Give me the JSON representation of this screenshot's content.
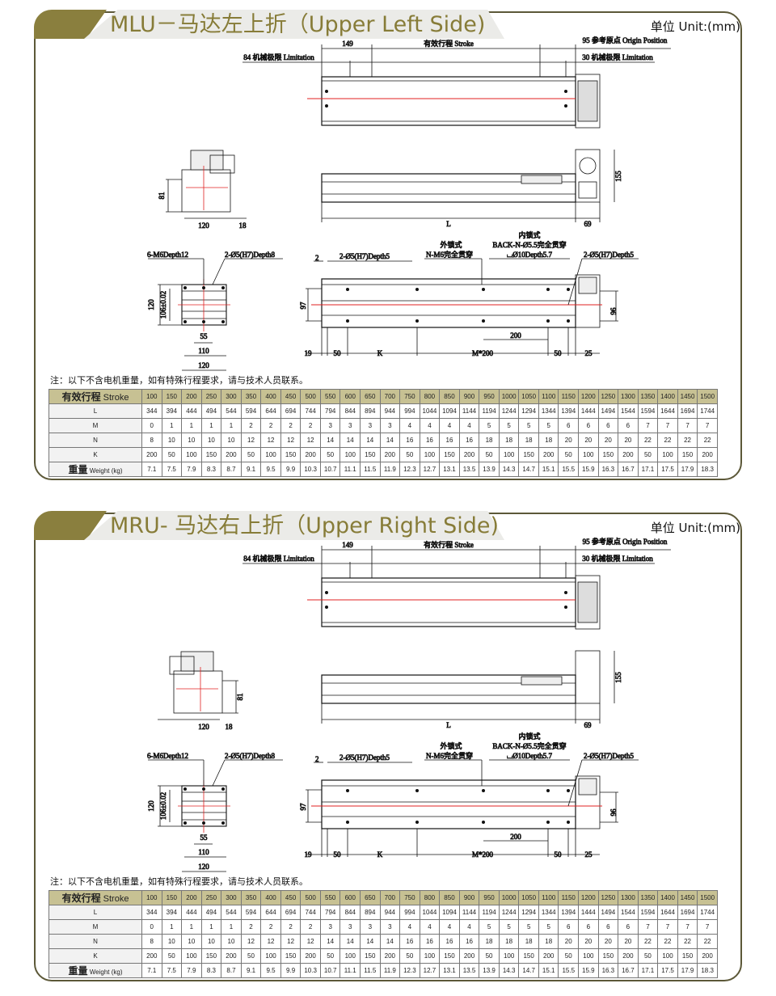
{
  "sections": [
    {
      "title": "MLU－马达左上折（Upper Left Side)",
      "unit": "单位 Unit:(mm)",
      "side": "left",
      "labels": {
        "d149": "149",
        "stroke": "有效行程 Stroke",
        "origin": "95 参考原点 Origin Position",
        "lim84": "84 机械极限 Limitation",
        "lim30": "30 机械极限 Limitation",
        "d81": "81",
        "d120a": "120",
        "d18": "18",
        "dL": "L",
        "d69": "69",
        "d155": "155",
        "m6": "6-M6Depth12",
        "o5h8": "2-Ø5(H7)Depth8",
        "d120v": "120",
        "d106": "106±0.02",
        "d55": "55",
        "d110": "110",
        "d120b": "120",
        "d2": "2",
        "o5h5a": "2-Ø5(H7)Depth5",
        "outer": "外锁式",
        "outerSpec": "N-M6完全贯穿",
        "inner": "内锁式",
        "innerSpec1": "BACK-N-Ø5.5完全贯穿",
        "innerSpec2": "⌴Ø10Depth5.7",
        "o5h5b": "2-Ø5(H7)Depth5",
        "d97": "97",
        "d96": "96",
        "d200": "200",
        "d19": "19",
        "d50a": "50",
        "dK": "K",
        "dM200": "M*200",
        "d50b": "50",
        "d25": "25"
      },
      "note": "注：以下不含电机重量，如有特殊行程要求，请与技术人员联系。"
    },
    {
      "title": "MRU- 马达右上折（Upper Right Side)",
      "unit": "单位 Unit:(mm)",
      "side": "right",
      "labels": {
        "d149": "149",
        "stroke": "有效行程 Stroke",
        "origin": "95 参考原点 Origin Position",
        "lim84": "84 机械极限 Limitation",
        "lim30": "30 机械极限 Limitation",
        "d81": "81",
        "d120a": "120",
        "d18": "18",
        "dL": "L",
        "d69": "69",
        "d155": "155",
        "m6": "6-M6Depth12",
        "o5h8": "2-Ø5(H7)Depth8",
        "d120v": "120",
        "d106": "106±0.02",
        "d55": "55",
        "d110": "110",
        "d120b": "120",
        "d2": "2",
        "o5h5a": "2-Ø5(H7)Depth5",
        "outer": "外锁式",
        "outerSpec": "N-M6完全贯穿",
        "inner": "内锁式",
        "innerSpec1": "BACK-N-Ø5.5完全贯穿",
        "innerSpec2": "⌴Ø10Depth5.7",
        "o5h5b": "2-Ø5(H7)Depth5",
        "d97": "97",
        "d96": "96",
        "d200": "200",
        "d19": "19",
        "d50a": "50",
        "dK": "K",
        "dM200": "M*200",
        "d50b": "50",
        "d25": "25"
      },
      "note": "注：以下不含电机重量，如有特殊行程要求，请与技术人员联系。"
    }
  ],
  "table": {
    "header_cn": "有效行程",
    "header_en": "Stroke",
    "stroke": [
      "100",
      "150",
      "200",
      "250",
      "300",
      "350",
      "400",
      "450",
      "500",
      "550",
      "600",
      "650",
      "700",
      "750",
      "800",
      "850",
      "900",
      "950",
      "1000",
      "1050",
      "1100",
      "1150",
      "1200",
      "1250",
      "1300",
      "1350",
      "1400",
      "1450",
      "1500"
    ],
    "rows": [
      {
        "label": "L",
        "values": [
          "344",
          "394",
          "444",
          "494",
          "544",
          "594",
          "644",
          "694",
          "744",
          "794",
          "844",
          "894",
          "944",
          "994",
          "1044",
          "1094",
          "1144",
          "1194",
          "1244",
          "1294",
          "1344",
          "1394",
          "1444",
          "1494",
          "1544",
          "1594",
          "1644",
          "1694",
          "1744"
        ]
      },
      {
        "label": "M",
        "values": [
          "0",
          "1",
          "1",
          "1",
          "1",
          "2",
          "2",
          "2",
          "2",
          "3",
          "3",
          "3",
          "3",
          "4",
          "4",
          "4",
          "4",
          "5",
          "5",
          "5",
          "5",
          "6",
          "6",
          "6",
          "6",
          "7",
          "7",
          "7",
          "7"
        ]
      },
      {
        "label": "N",
        "values": [
          "8",
          "10",
          "10",
          "10",
          "10",
          "12",
          "12",
          "12",
          "12",
          "14",
          "14",
          "14",
          "14",
          "16",
          "16",
          "16",
          "16",
          "18",
          "18",
          "18",
          "18",
          "20",
          "20",
          "20",
          "20",
          "22",
          "22",
          "22",
          "22"
        ]
      },
      {
        "label": "K",
        "values": [
          "200",
          "50",
          "100",
          "150",
          "200",
          "50",
          "100",
          "150",
          "200",
          "50",
          "100",
          "150",
          "200",
          "50",
          "100",
          "150",
          "200",
          "50",
          "100",
          "150",
          "200",
          "50",
          "100",
          "150",
          "200",
          "50",
          "100",
          "150",
          "200"
        ]
      }
    ],
    "weight_cn": "重量",
    "weight_en": "Weight  (kg)",
    "weight": [
      "7.1",
      "7.5",
      "7.9",
      "8.3",
      "8.7",
      "9.1",
      "9.5",
      "9.9",
      "10.3",
      "10.7",
      "11.1",
      "11.5",
      "11.9",
      "12.3",
      "12.7",
      "13.1",
      "13.5",
      "13.9",
      "14.3",
      "14.7",
      "15.1",
      "15.5",
      "15.9",
      "16.3",
      "16.7",
      "17.1",
      "17.5",
      "17.9",
      "18.3"
    ]
  },
  "colors": {
    "accent": "#877c38",
    "header_bg": "#c7c193",
    "centerline": "#e02020"
  }
}
